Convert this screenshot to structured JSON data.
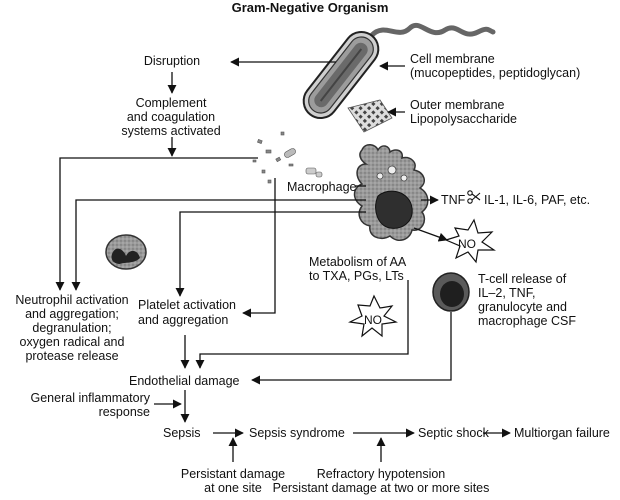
{
  "title": "Gram-Negative Organism",
  "labels": {
    "disruption": "Disruption",
    "complement_l1": "Complement",
    "complement_l2": "and coagulation",
    "complement_l3": "systems activated",
    "cell_membrane_l1": "Cell membrane",
    "cell_membrane_l2": "(mucopeptides, peptidoglycan)",
    "outer_membrane_l1": "Outer membrane",
    "outer_membrane_l2": "Lipopolysaccharide",
    "macrophage": "Macrophage",
    "tnf": "TNF",
    "cytokines": "IL-1, IL-6, PAF, etc.",
    "no_1": "NO",
    "no_2": "NO",
    "aa_l1": "Metabolism of AA",
    "aa_l2": "to TXA, PGs, LTs",
    "tcell_l1": "T-cell release of",
    "tcell_l2": "IL–2, TNF,",
    "tcell_l3": "granulocyte and",
    "tcell_l4": "macrophage CSF",
    "neutrophil_l1": "Neutrophil activation",
    "neutrophil_l2": "and aggregation;",
    "neutrophil_l3": "degranulation;",
    "neutrophil_l4": "oxygen radical and",
    "neutrophil_l5": "protease release",
    "platelet_l1": "Platelet activation",
    "platelet_l2": "and aggregation",
    "endothelial": "Endothelial damage",
    "general_l1": "General inflammatory",
    "general_l2": "response",
    "sepsis": "Sepsis",
    "sepsis_syndrome": "Sepsis syndrome",
    "septic_shock": "Septic shock",
    "multiorgan": "Multiorgan failure",
    "persistant_l1": "Persistant damage",
    "persistant_l2": "at one site",
    "refractory_l1": "Refractory hypotension",
    "refractory_l2": "Persistant damage at two or more sites"
  },
  "icons": [
    "bacterium-icon",
    "flagellum-icon",
    "lps-mesh-icon",
    "macrophage-icon",
    "neutrophil-icon",
    "t-cell-icon",
    "scissors-icon",
    "debris-icon"
  ],
  "colors": {
    "ink": "#111111",
    "cell_gray": "#8a8a8a",
    "nucleus_dark": "#2a2a2a",
    "background": "#ffffff"
  }
}
